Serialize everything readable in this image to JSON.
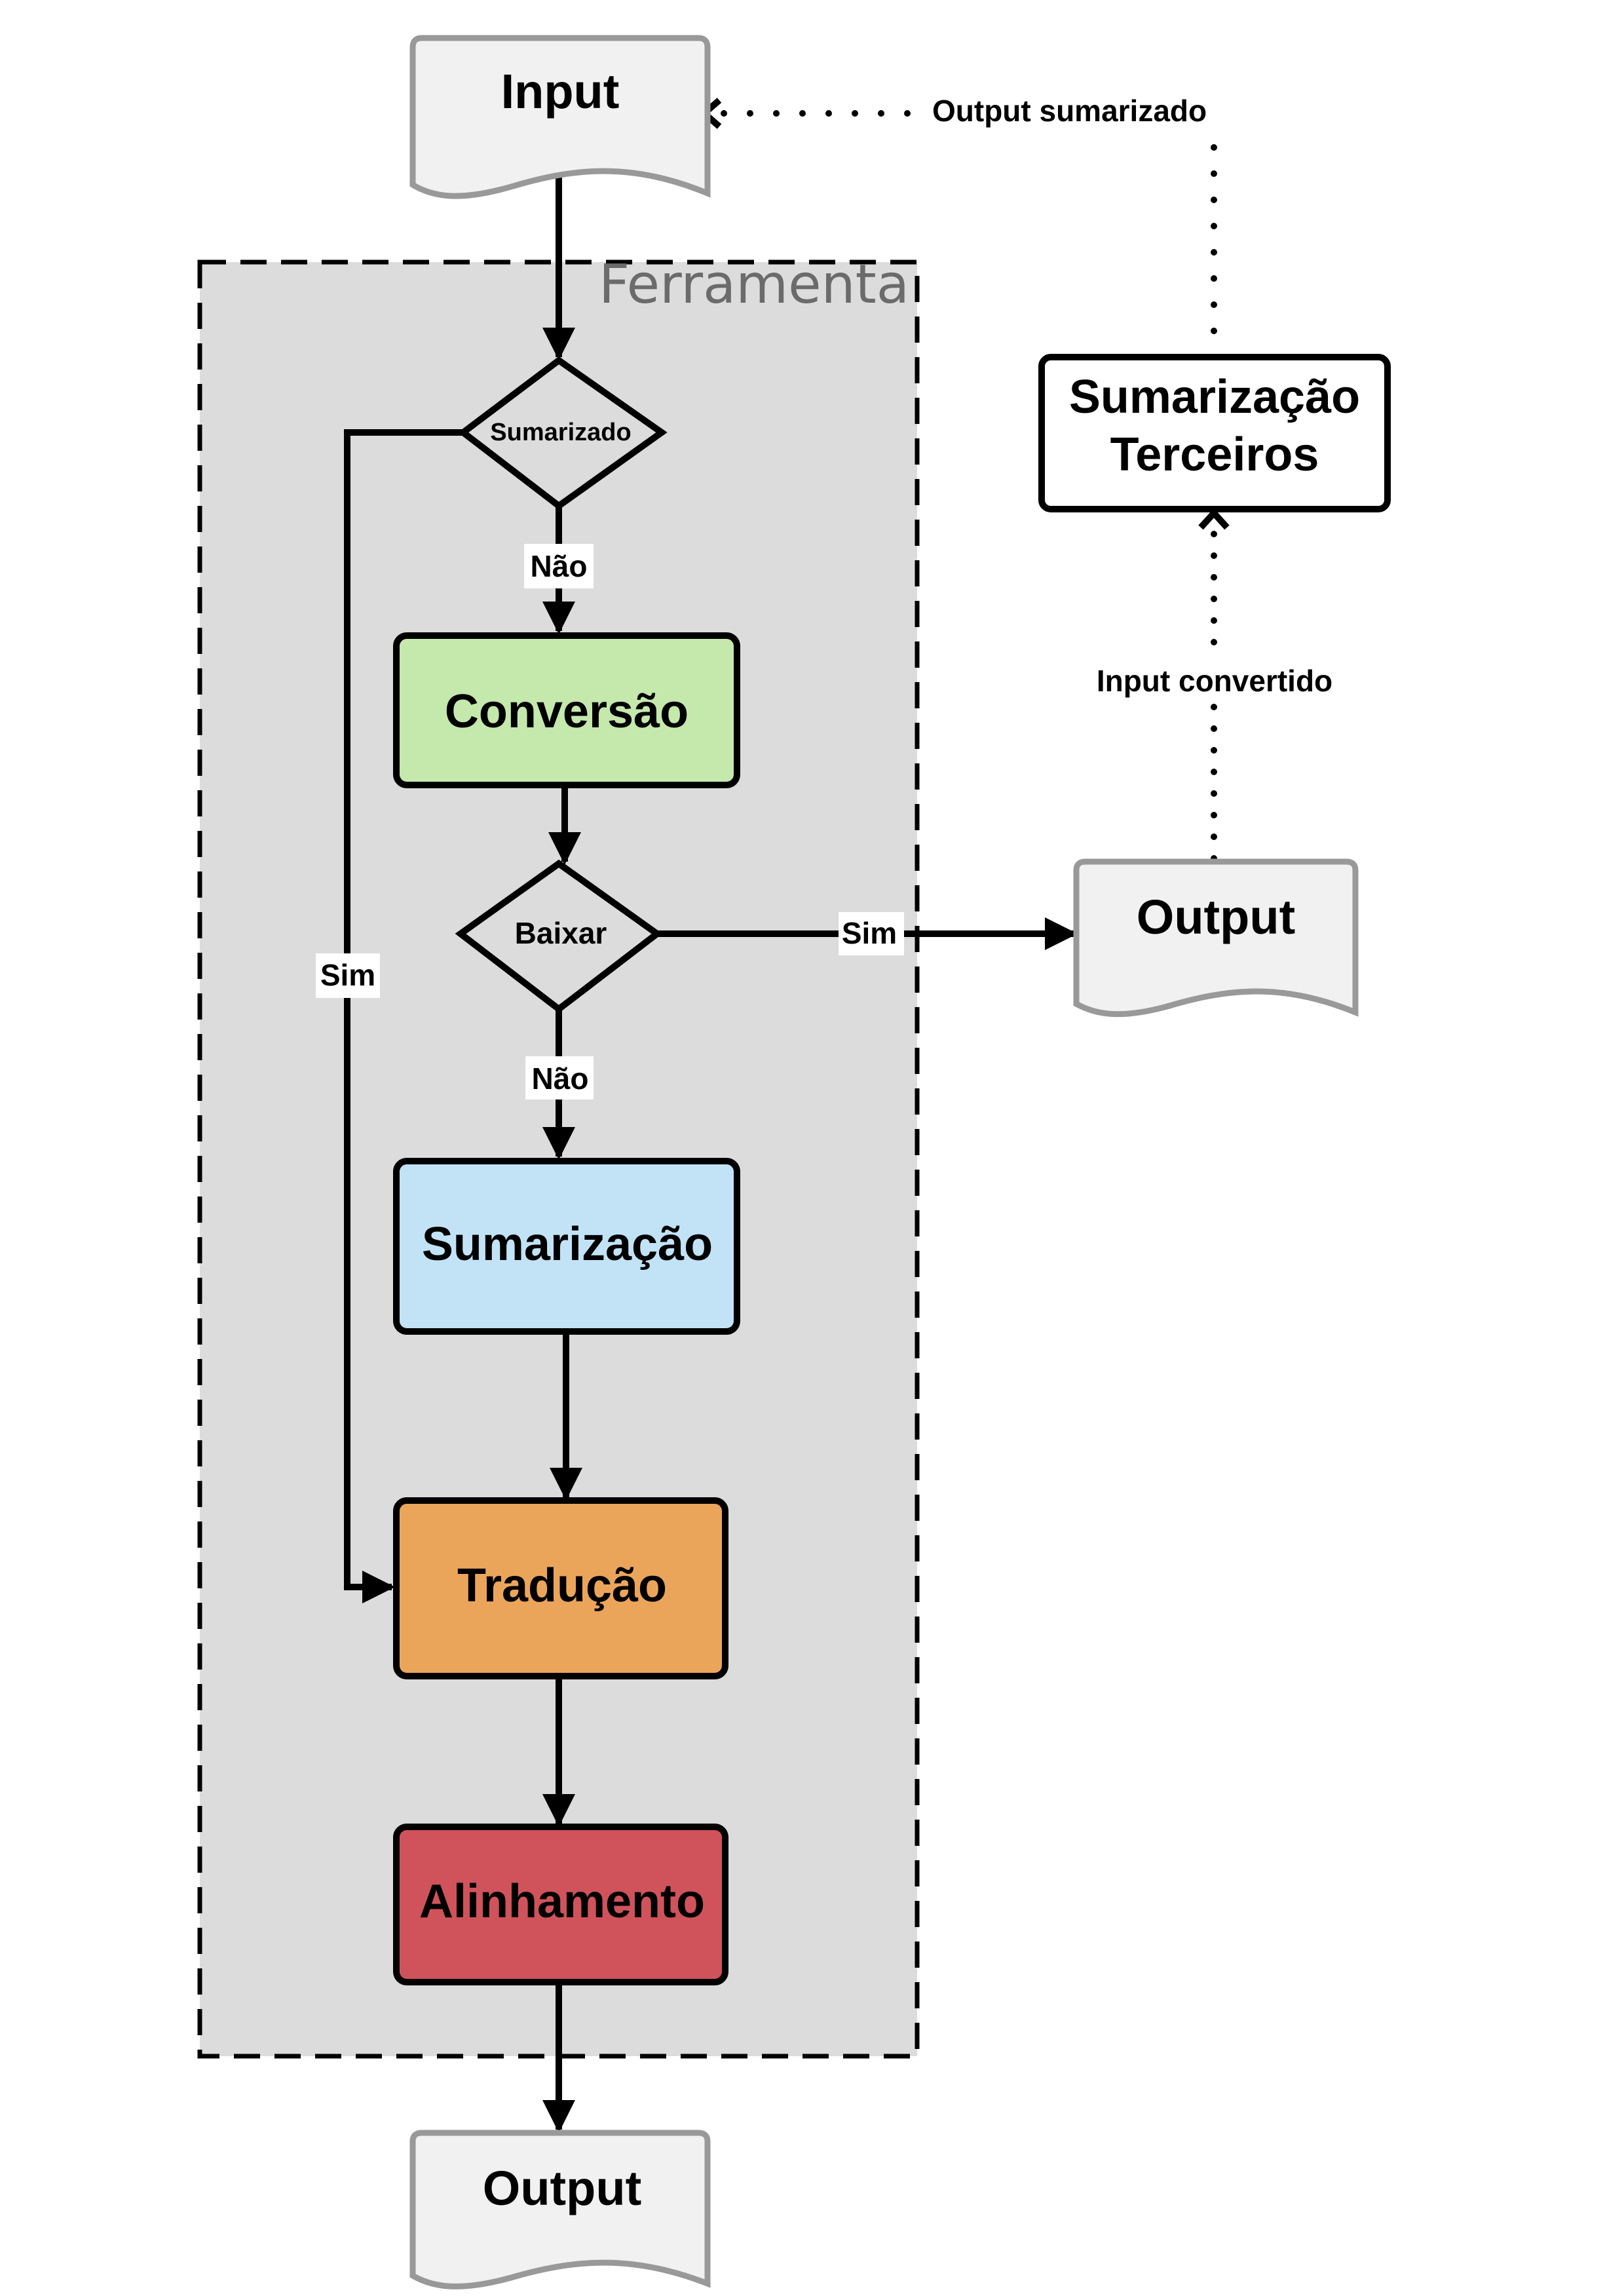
{
  "group": {
    "title": "Ferramenta"
  },
  "nodes": {
    "input_doc": {
      "label": "Input"
    },
    "decision_sumarizado": {
      "label": "Sumarizado"
    },
    "conversao": {
      "label": "Conversão"
    },
    "decision_baixar": {
      "label": "Baixar"
    },
    "sumarizacao": {
      "label": "Sumarização"
    },
    "traducao": {
      "label": "Tradução"
    },
    "alinhamento": {
      "label": "Alinhamento"
    },
    "output_bottom": {
      "label": "Output"
    },
    "output_right": {
      "label": "Output"
    },
    "sumarizacao_terceiros": {
      "line1": "Sumarização",
      "line2": "Terceiros"
    }
  },
  "edge_labels": {
    "sumarizado_nao": "Não",
    "sumarizado_sim": "Sim",
    "baixar_nao": "Não",
    "baixar_sim": "Sim",
    "input_convertido": "Input convertido",
    "output_sumarizado": "Output sumarizado"
  },
  "colors": {
    "group_fill": "#dcdcdc",
    "document_fill": "#f1f1f1",
    "document_stroke": "#999999",
    "conversao": "#c5e8ad",
    "sumarizacao": "#c2e3f6",
    "traducao": "#eba55b",
    "alinhamento": "#d0535b",
    "line": "#000000"
  }
}
